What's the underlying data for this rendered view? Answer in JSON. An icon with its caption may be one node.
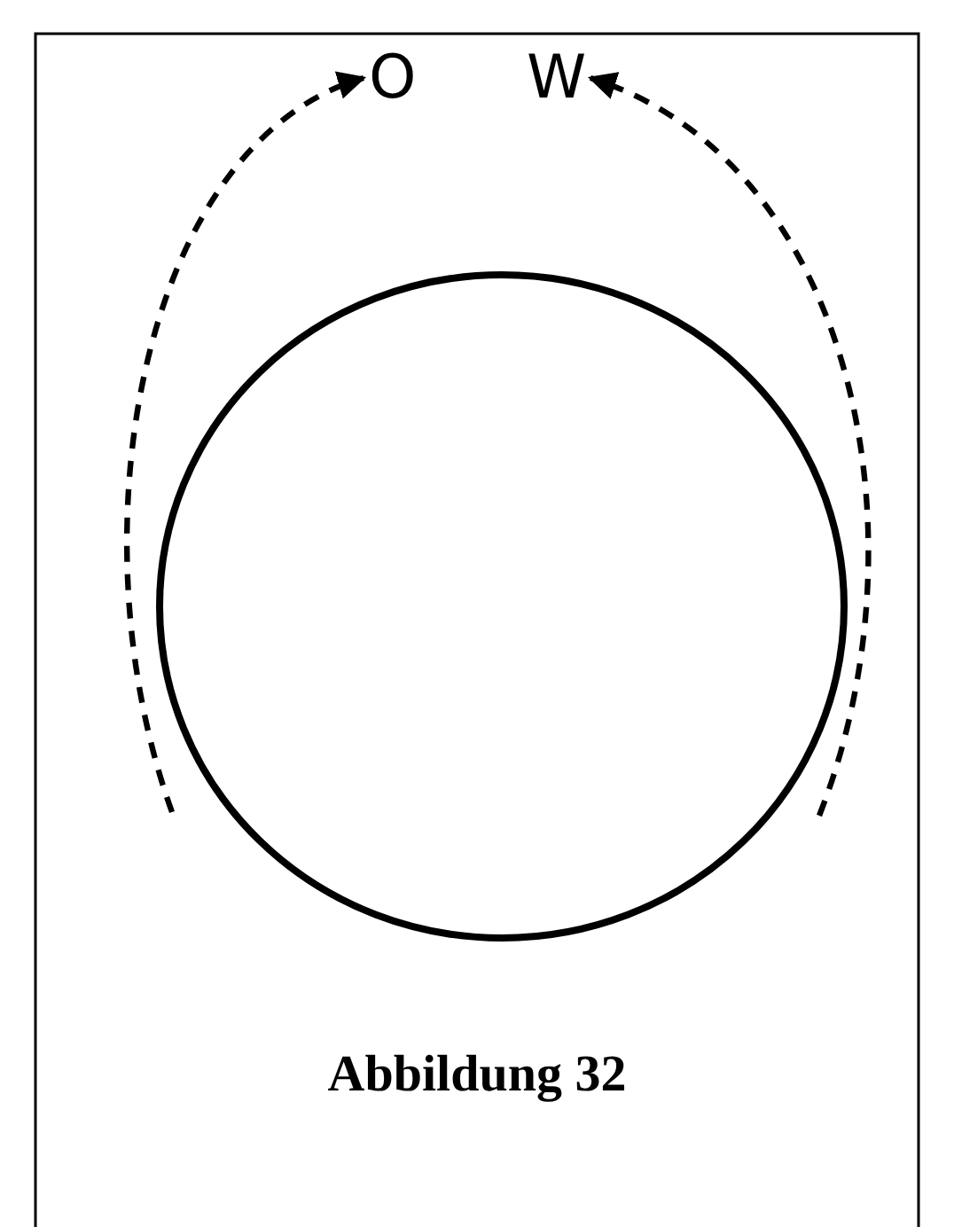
{
  "diagram": {
    "caption": "Abbildung 32",
    "nodes": [
      {
        "text": [
          "O"
        ]
      },
      {
        "text": [
          "W"
        ]
      }
    ],
    "edges": [
      {
        "from": null,
        "to": 0,
        "arrow": "to",
        "style": "dashed"
      },
      {
        "from": null,
        "to": 1,
        "arrow": "to",
        "style": "dashed"
      }
    ]
  }
}
